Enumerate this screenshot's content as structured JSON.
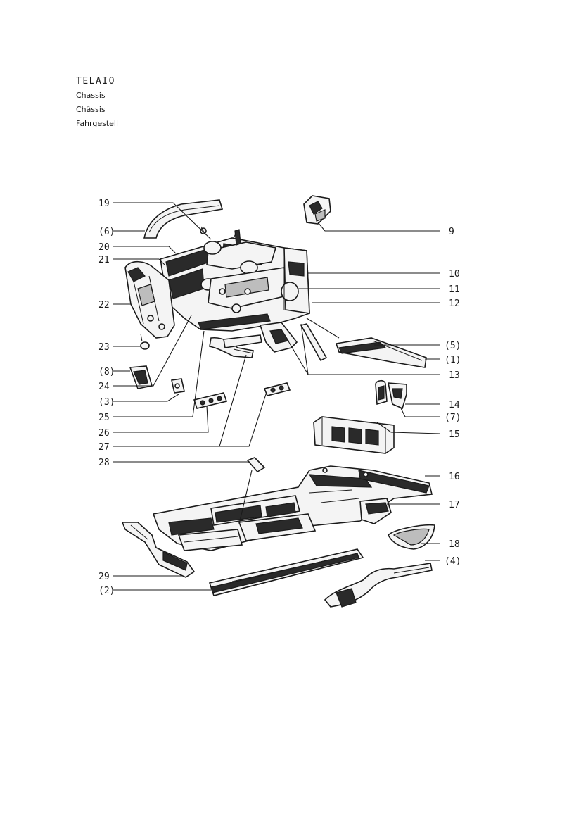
{
  "title": {
    "main": "TELAIO",
    "translations": [
      "Chassis",
      "Châssis",
      "Fahrgestell"
    ]
  },
  "callouts": [
    {
      "id": "19",
      "label": "19"
    },
    {
      "id": "p6",
      "label": "(6)"
    },
    {
      "id": "20",
      "label": "20"
    },
    {
      "id": "21",
      "label": "21"
    },
    {
      "id": "22",
      "label": "22"
    },
    {
      "id": "23",
      "label": "23"
    },
    {
      "id": "p8",
      "label": "(8)"
    },
    {
      "id": "24",
      "label": "24"
    },
    {
      "id": "p3",
      "label": "(3)"
    },
    {
      "id": "25",
      "label": "25"
    },
    {
      "id": "26",
      "label": "26"
    },
    {
      "id": "27",
      "label": "27"
    },
    {
      "id": "28",
      "label": "28"
    },
    {
      "id": "29",
      "label": "29"
    },
    {
      "id": "p2",
      "label": "(2)"
    },
    {
      "id": "9",
      "label": "9"
    },
    {
      "id": "10",
      "label": "10"
    },
    {
      "id": "11",
      "label": "11"
    },
    {
      "id": "12",
      "label": "12"
    },
    {
      "id": "p5",
      "label": "(5)"
    },
    {
      "id": "p1",
      "label": "(1)"
    },
    {
      "id": "13",
      "label": "13"
    },
    {
      "id": "14",
      "label": "14"
    },
    {
      "id": "p7",
      "label": "(7)"
    },
    {
      "id": "15",
      "label": "15"
    },
    {
      "id": "16",
      "label": "16"
    },
    {
      "id": "17",
      "label": "17"
    },
    {
      "id": "18",
      "label": "18"
    },
    {
      "id": "p4",
      "label": "(4)"
    }
  ]
}
